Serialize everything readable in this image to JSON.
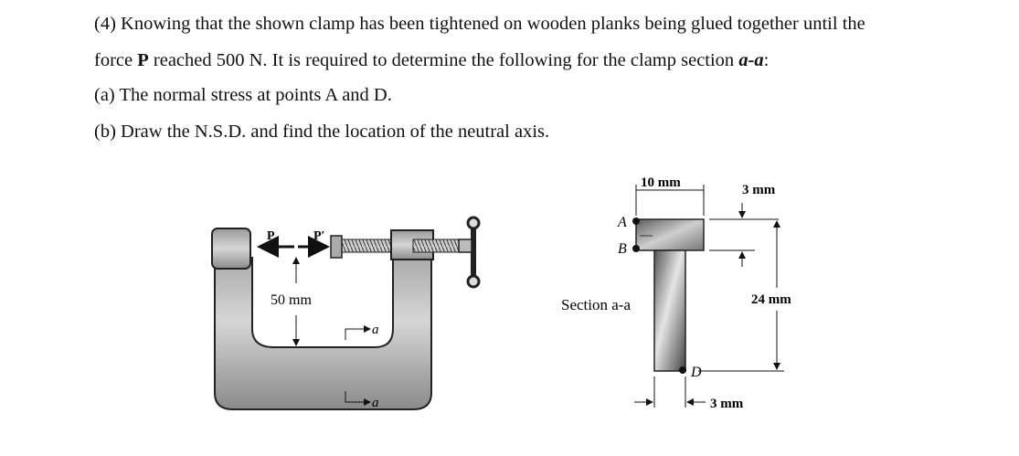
{
  "problem": {
    "line1": "(4) Knowing that the shown clamp has been tightened on wooden planks being glued together until the",
    "line2_pre": "force ",
    "line2_bold": "P",
    "line2_mid": " reached 500 N. It is required to determine the following for the clamp section ",
    "line2_ital": "a-a",
    "line2_post": ":",
    "part_a": "(a) The normal stress at points A and D.",
    "part_b": "(b) Draw the N.S.D. and find the location of the neutral axis."
  },
  "clamp_figure": {
    "force_p": "P",
    "force_p_prime": "P′",
    "distance": "50 mm",
    "section_mark_top": "a",
    "section_mark_bottom": "a"
  },
  "section_figure": {
    "caption": "Section a-a",
    "flange_width": "10 mm",
    "flange_thickness": "3 mm",
    "total_depth": "24 mm",
    "web_thickness": "3 mm",
    "point_a": "A",
    "point_b": "B",
    "point_d": "D"
  }
}
